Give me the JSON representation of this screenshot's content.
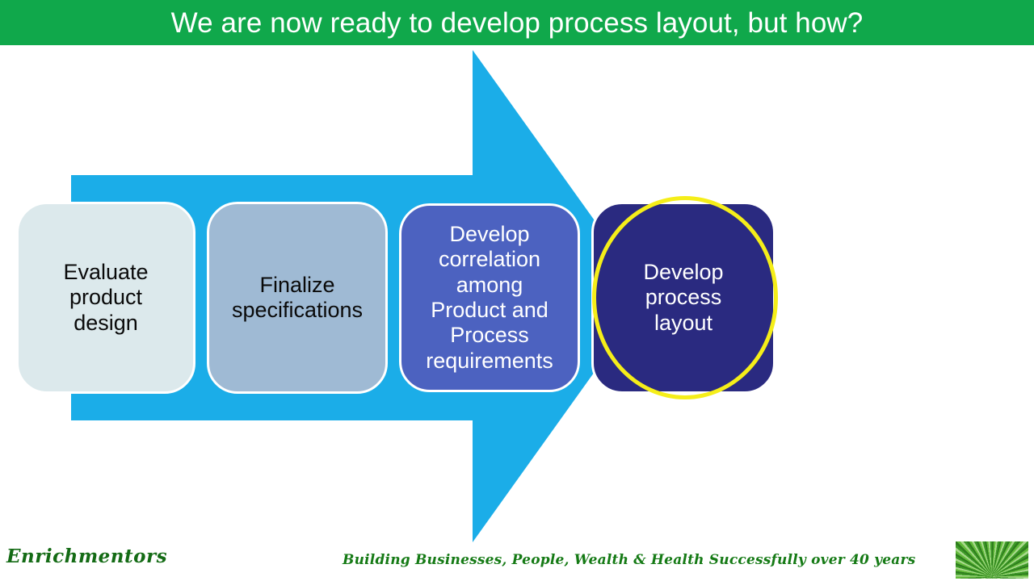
{
  "title": {
    "text": "We are now ready to develop process layout, but how?",
    "background_color": "#10A84B",
    "text_color": "#FFFFFF"
  },
  "arrow": {
    "name": "right-pointing-process-arrow",
    "color": "#1BADE8"
  },
  "steps": [
    {
      "id": "evaluate-product-design",
      "label": "Evaluate\nproduct\ndesign",
      "fill": "#DCE9EC",
      "text_color": "#0A0A0A",
      "highlighted": false
    },
    {
      "id": "finalize-specifications",
      "label": "Finalize\nspecifications",
      "fill": "#9FBAD4",
      "text_color": "#0A0A0A",
      "highlighted": false
    },
    {
      "id": "develop-correlation",
      "label": "Develop\ncorrelation\namong\nProduct and\nProcess\nrequirements",
      "fill": "#4C62C0",
      "text_color": "#FFFFFF",
      "highlighted": false
    },
    {
      "id": "develop-process-layout",
      "label": "Develop\nprocess\nlayout",
      "fill": "#2A2A80",
      "text_color": "#FFFFFF",
      "highlighted": true
    }
  ],
  "highlight": {
    "name": "yellow-circle-highlight",
    "color": "#F5EE19",
    "targets": "develop-process-layout"
  },
  "footer": {
    "brand": "Enrichmentors",
    "tagline": "Building Businesses, People, Wealth & Health Successfully over 40 years",
    "brand_color": "#146B15",
    "tagline_color": "#157A15",
    "logo_name": "green-starburst-logo"
  }
}
